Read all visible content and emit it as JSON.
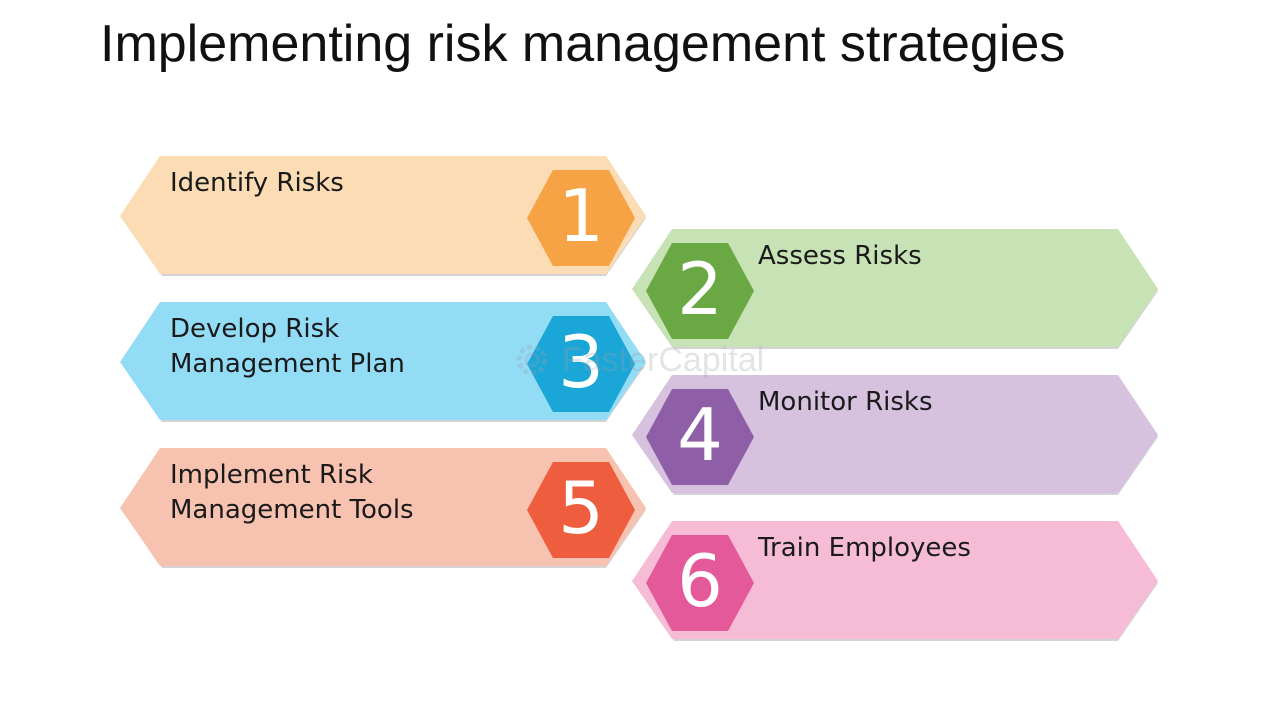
{
  "title": "Implementing risk management strategies",
  "steps": [
    {
      "number": "1",
      "label_lines": [
        "Identify Risks"
      ],
      "band_color": "#fcdcb4",
      "hex_color": "#f5a345"
    },
    {
      "number": "2",
      "label_lines": [
        "Assess Risks"
      ],
      "band_color": "#c7e2b5",
      "hex_color": "#6aa843"
    },
    {
      "number": "3",
      "label_lines": [
        "Develop Risk",
        "Management Plan"
      ],
      "band_color": "#93dcf6",
      "hex_color": "#1aa6d7"
    },
    {
      "number": "4",
      "label_lines": [
        "Monitor Risks"
      ],
      "band_color": "#d6c2de",
      "hex_color": "#8e5ea6"
    },
    {
      "number": "5",
      "label_lines": [
        "Implement Risk",
        "Management Tools"
      ],
      "band_color": "#f8c2b1",
      "hex_color": "#ee5d3e"
    },
    {
      "number": "6",
      "label_lines": [
        "Train Employees"
      ],
      "band_color": "#f6bcd6",
      "hex_color": "#e4599a"
    }
  ],
  "watermark": {
    "text": "FasterCapital"
  }
}
